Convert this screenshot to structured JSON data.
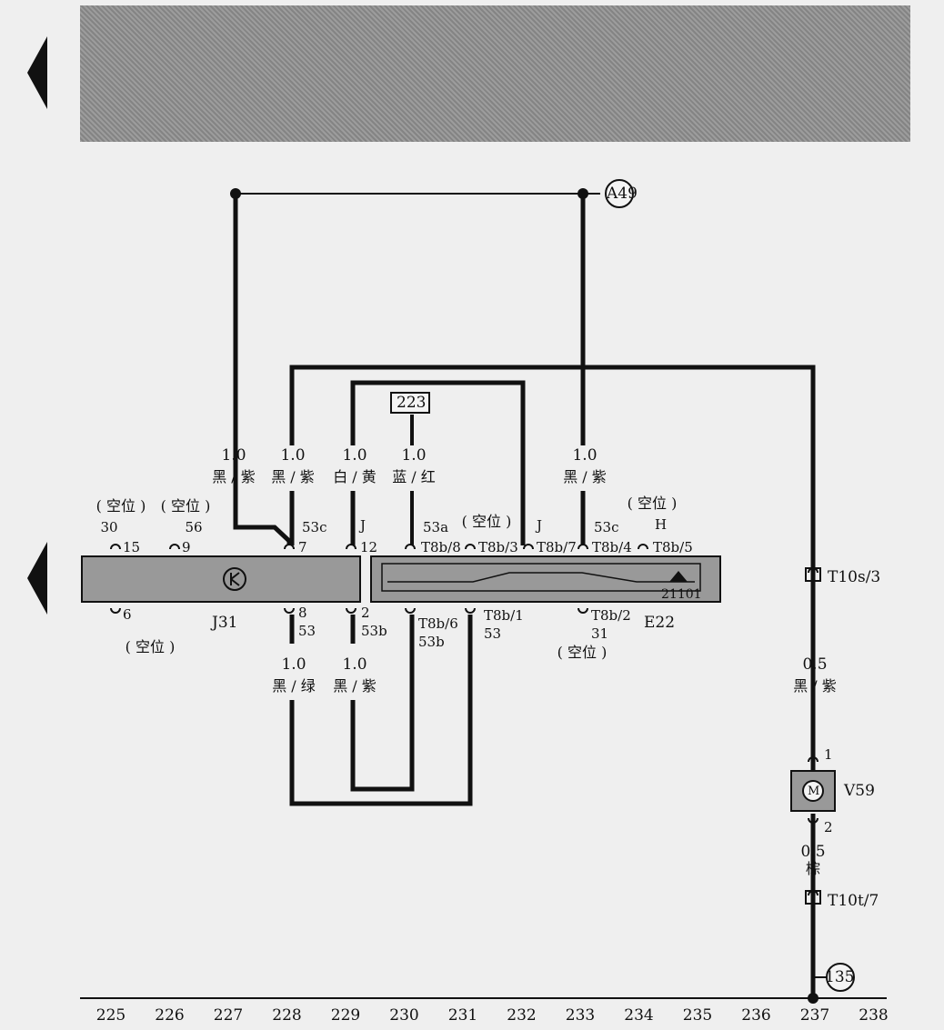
{
  "header": {
    "banner_color": "#8f8f8f"
  },
  "nav": {
    "prev_arrow_icon": "triangle-left-icon",
    "prev_arrow_icon_2": "triangle-left-icon"
  },
  "refs": {
    "a49": "A49",
    "r223": "223",
    "r135": "135"
  },
  "wires": {
    "w1": {
      "gauge": "1.0",
      "color": "黑 / 紫"
    },
    "w2": {
      "gauge": "1.0",
      "color": "黑 / 紫"
    },
    "w3": {
      "gauge": "1.0",
      "color": "白 / 黄"
    },
    "w4": {
      "gauge": "1.0",
      "color": "蓝 / 红"
    },
    "w5": {
      "gauge": "1.0",
      "color": "黑 / 紫"
    },
    "w6": {
      "gauge": "1.0",
      "color": "黑 / 绿"
    },
    "w7": {
      "gauge": "1.0",
      "color": "黑 / 紫"
    },
    "w8": {
      "gauge": "0.5",
      "color": "黑 / 紫"
    },
    "w9": {
      "gauge": "0.5",
      "color": "棕"
    }
  },
  "j31": {
    "name": "J31",
    "empty": "( 空位 )",
    "empty_a": "( 空位 )",
    "empty_b": "( 空位 )",
    "t30": "30",
    "t56": "56",
    "p15": "15",
    "p9": "9",
    "p7": "7",
    "p53c": "53c",
    "p12": "12",
    "tJ": "J",
    "p6": "6",
    "p8": "8",
    "p53": "53",
    "p2": "2",
    "p53b": "53b"
  },
  "e22": {
    "name": "E22",
    "code": "21101",
    "empty_top": "( 空位 )",
    "empty_right": "( 空位 )",
    "empty_bottom": "( 空位 )",
    "t53a": "53a",
    "tJ": "J",
    "t53c": "53c",
    "tH": "H",
    "pin8": "T8b/8",
    "pin3": "T8b/3",
    "pin7": "T8b/7",
    "pin4": "T8b/4",
    "pin5": "T8b/5",
    "pin6": "T8b/6",
    "pin1": "T8b/1",
    "pin2": "T8b/2",
    "b53b": "53b",
    "b53": "53",
    "b31": "31"
  },
  "v59": {
    "name": "V59",
    "motor": "M",
    "p1": "1",
    "p2": "2"
  },
  "connectors": {
    "t10s": "T10s/3",
    "t10t": "T10t/7"
  },
  "grid": {
    "columns": [
      "225",
      "226",
      "227",
      "228",
      "229",
      "230",
      "231",
      "232",
      "233",
      "234",
      "235",
      "236",
      "237",
      "238"
    ]
  }
}
